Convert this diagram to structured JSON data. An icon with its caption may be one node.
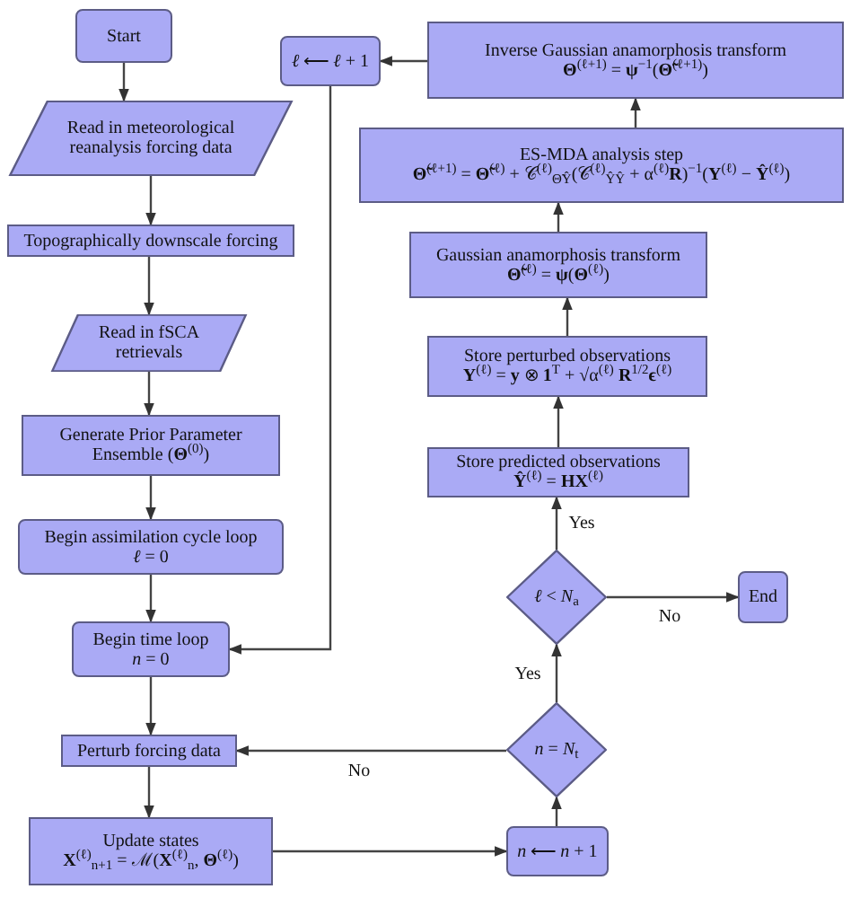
{
  "diagram": {
    "nodes": [
      {
        "text": [
          "Start"
        ]
      },
      {
        "text": [
          "Read in meteorological reanalysis forcing data"
        ]
      },
      {
        "text": [
          "Topographically downscale forcing"
        ]
      },
      {
        "text": [
          "Read in fSCA retrievals"
        ]
      },
      {
        "text": [
          "Generate Prior Parameter Ensemble (**Θ**$^{(0)}$)"
        ]
      },
      {
        "text": [
          "Begin assimilation cycle loop",
          "*ℓ* = 0"
        ]
      },
      {
        "text": [
          "Begin time loop",
          "*n* = 0"
        ]
      },
      {
        "text": [
          "Perturb forcing data"
        ]
      },
      {
        "text": [
          "Update states",
          "**X**$^{(ℓ)}$$_{n+1}$ = ℳ(**X**$^{(ℓ)}$$_{n}$, **Θ**$^{(ℓ)}$)"
        ]
      },
      {
        "text": [
          "*n* ⟵ *n* + 1"
        ]
      },
      {
        "text": [
          "*n* = *N*$_{t}$"
        ]
      },
      {
        "text": [
          "*ℓ* < *N*$_{a}$"
        ]
      },
      {
        "text": [
          "End"
        ]
      },
      {
        "text": [
          "Store predicted observations",
          "**Ŷ**$^{(ℓ)}$ = **HX**$^{(ℓ)}$"
        ]
      },
      {
        "text": [
          "Store perturbed observations",
          "**Y**$^{(ℓ)}$ = **y** ⊗ **1**$^{T}$ + √α$^{(ℓ)}$ **R**$^{1/2}$**ϵ**$^{(ℓ)}$"
        ]
      },
      {
        "text": [
          "Gaussian anamorphosis transform",
          "**Θ̃**$^{(ℓ)}$ = **ψ**(**Θ**$^{(ℓ)}$)"
        ]
      },
      {
        "text": [
          "ES-MDA analysis step",
          "**Θ̃**$^{(ℓ+1)}$ = **Θ̃**$^{(ℓ)}$ + 𝒞$^{(ℓ)}$$_{Θ̃Ŷ}$(𝒞$^{(ℓ)}$$_{ŶŶ}$ + α$^{(ℓ)}$**R**)$^{−1}$(**Y**$^{(ℓ)}$ − **Ŷ**$^{(ℓ)}$)"
        ]
      },
      {
        "text": [
          "Inverse Gaussian anamorphosis transform",
          "**Θ**$^{(ℓ+1)}$ = **ψ**$^{−1}$(**Θ̃**$^{(ℓ+1)}$)"
        ]
      },
      {
        "text": [
          "*ℓ* ⟵ *ℓ* + 1"
        ]
      }
    ],
    "edges": [
      {
        "from": 0,
        "to": 1,
        "arrow": "to"
      },
      {
        "from": 1,
        "to": 2,
        "arrow": "to"
      },
      {
        "from": 2,
        "to": 3,
        "arrow": "to"
      },
      {
        "from": 3,
        "to": 4,
        "arrow": "to"
      },
      {
        "from": 4,
        "to": 5,
        "arrow": "to"
      },
      {
        "from": 5,
        "to": 6,
        "arrow": "to"
      },
      {
        "from": 6,
        "to": 7,
        "arrow": "to"
      },
      {
        "from": 7,
        "to": 8,
        "arrow": "to"
      },
      {
        "from": 8,
        "to": 9,
        "arrow": "to"
      },
      {
        "from": 9,
        "to": 10,
        "arrow": "to"
      },
      {
        "from": 10,
        "to": 7,
        "arrow": "to",
        "label": "No"
      },
      {
        "from": 10,
        "to": 11,
        "arrow": "to",
        "label": "Yes"
      },
      {
        "from": 11,
        "to": 12,
        "arrow": "to",
        "label": "No"
      },
      {
        "from": 11,
        "to": 13,
        "arrow": "to",
        "label": "Yes"
      },
      {
        "from": 13,
        "to": 14,
        "arrow": "to"
      },
      {
        "from": 14,
        "to": 15,
        "arrow": "to"
      },
      {
        "from": 15,
        "to": 16,
        "arrow": "to"
      },
      {
        "from": 16,
        "to": 17,
        "arrow": "to"
      },
      {
        "from": 17,
        "to": 18,
        "arrow": "to"
      },
      {
        "from": 18,
        "to": 6,
        "arrow": "to"
      }
    ]
  }
}
